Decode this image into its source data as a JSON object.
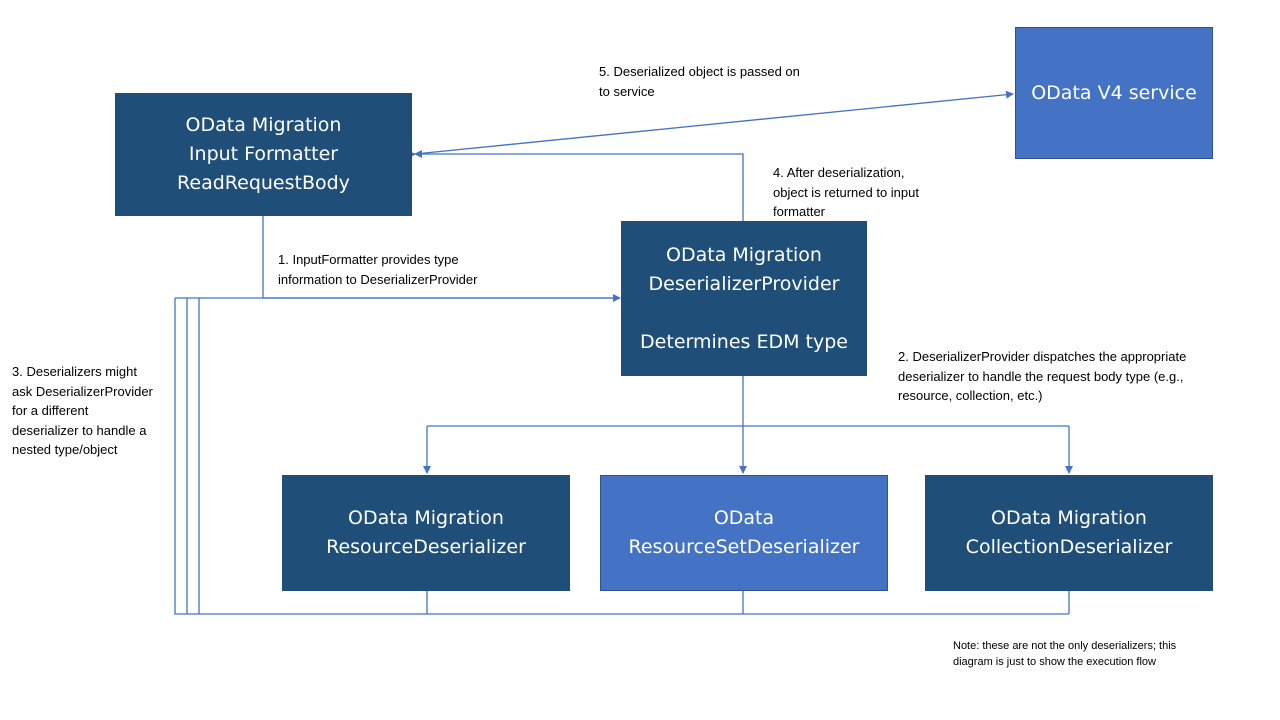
{
  "boxes": {
    "input_formatter": {
      "lines": [
        "OData Migration",
        "Input Formatter",
        "ReadRequestBody"
      ]
    },
    "v4_service": {
      "lines": [
        "OData V4 service"
      ]
    },
    "deserializer_provider": {
      "lines": [
        "OData Migration",
        "DeserializerProvider"
      ],
      "sub": "Determines EDM type"
    },
    "resource_deserializer": {
      "lines": [
        "OData Migration",
        "ResourceDeserializer"
      ]
    },
    "resource_set_deserializer": {
      "lines": [
        "OData",
        "ResourceSetDeserializer"
      ]
    },
    "collection_deserializer": {
      "lines": [
        "OData Migration",
        "CollectionDeserializer"
      ]
    }
  },
  "labels": {
    "step1": [
      "1. InputFormatter  provides type",
      "information to DeserializerProvider"
    ],
    "step2": [
      "2.  DeserializerProvider dispatches the appropriate",
      "deserializer to handle the request body type (e.g.,",
      "resource, collection, etc.)"
    ],
    "step3": [
      "3. Deserializers might",
      "ask DeserializerProvider",
      "for a different",
      "deserializer to handle a",
      "nested type/object"
    ],
    "step4": [
      "4. After deserialization,",
      "object is returned to input",
      "formatter"
    ],
    "step5": [
      "5. Deserialized object is passed on",
      "to service"
    ],
    "note": [
      "Note:  these are not the  only deserializers; this",
      "diagram is just to show the  execution flow"
    ]
  },
  "colors": {
    "dark_box": "#1f4e79",
    "light_box": "#4472c4",
    "connector": "#4472c4",
    "text_on_box": "#ffffff"
  }
}
